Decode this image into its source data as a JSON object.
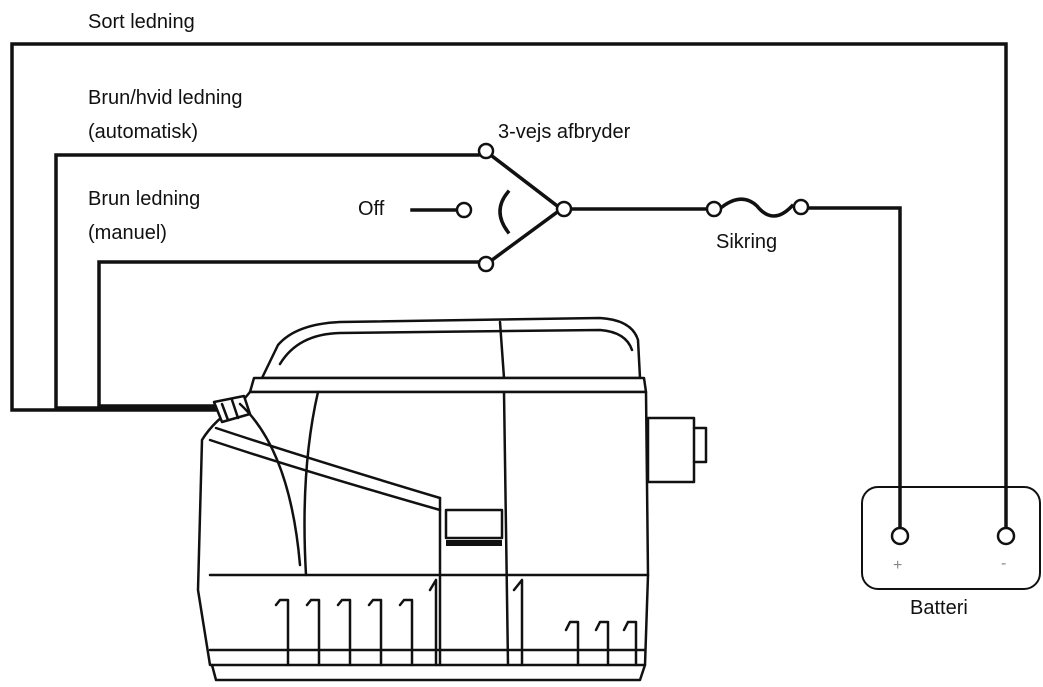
{
  "labels": {
    "black_wire": "Sort ledning",
    "brown_white_wire": "Brun/hvid ledning",
    "brown_white_mode": "(automatisk)",
    "brown_wire": "Brun ledning",
    "brown_mode": "(manuel)",
    "switch": "3-vejs afbryder",
    "off": "Off",
    "fuse": "Sikring",
    "battery": "Batteri",
    "battery_plus": "+",
    "battery_minus": "-"
  },
  "colors": {
    "line": "#111111",
    "background": "#ffffff"
  }
}
